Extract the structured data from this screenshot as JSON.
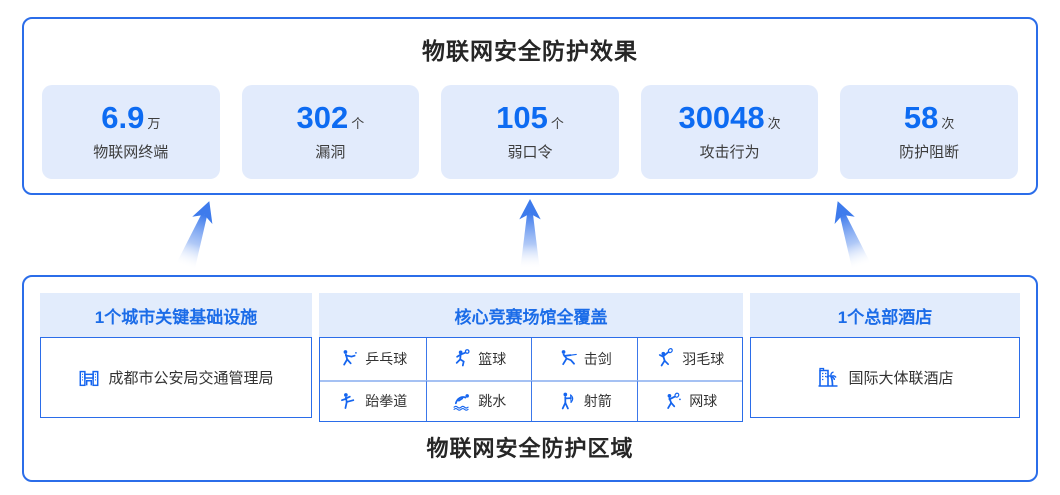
{
  "top_panel": {
    "title": "物联网安全防护效果",
    "stats": [
      {
        "value": "6.9",
        "unit": "万",
        "label": "物联网终端"
      },
      {
        "value": "302",
        "unit": "个",
        "label": "漏洞"
      },
      {
        "value": "105",
        "unit": "个",
        "label": "弱口令"
      },
      {
        "value": "30048",
        "unit": "次",
        "label": "攻击行为"
      },
      {
        "value": "58",
        "unit": "次",
        "label": "防护阻断"
      }
    ]
  },
  "arrows": {
    "count": 3,
    "direction": "up",
    "color": "#3e7bec"
  },
  "bottom_panel": {
    "title": "物联网安全防护区域",
    "sections": [
      {
        "header": "1个城市关键基础设施",
        "item": {
          "icon": "government-building-icon",
          "label": "成都市公安局交通管理局"
        }
      },
      {
        "header": "核心竞赛场馆全覆盖",
        "venues": [
          {
            "icon": "table-tennis-icon",
            "label": "乒乓球"
          },
          {
            "icon": "basketball-icon",
            "label": "篮球"
          },
          {
            "icon": "fencing-icon",
            "label": "击剑"
          },
          {
            "icon": "badminton-icon",
            "label": "羽毛球"
          },
          {
            "icon": "taekwondo-icon",
            "label": "跆拳道"
          },
          {
            "icon": "diving-icon",
            "label": "跳水"
          },
          {
            "icon": "archery-icon",
            "label": "射箭"
          },
          {
            "icon": "tennis-icon",
            "label": "网球"
          }
        ]
      },
      {
        "header": "1个总部酒店",
        "item": {
          "icon": "hotel-icon",
          "label": "国际大体联酒店"
        }
      }
    ]
  },
  "colors": {
    "border_blue": "#2b6de9",
    "accent_blue": "#0d6bf2",
    "icon_blue": "#1565ef",
    "band_bg": "#e2ecfc",
    "card_bg": "#e2ebfc",
    "text_dark": "#333333"
  }
}
